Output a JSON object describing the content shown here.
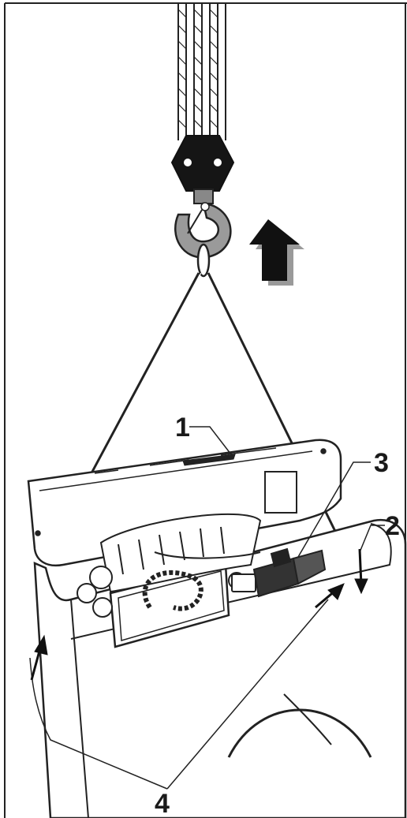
{
  "figure": {
    "callouts": {
      "lid": "1",
      "compartment": "2",
      "connector": "3",
      "lifting_points": "4"
    }
  }
}
